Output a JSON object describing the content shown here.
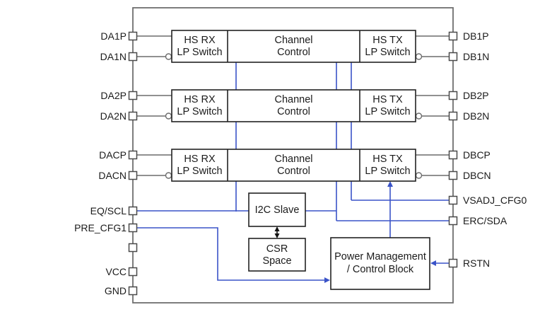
{
  "diagram": {
    "pins_left": [
      {
        "label": "DA1P"
      },
      {
        "label": "DA1N"
      },
      {
        "label": "DA2P"
      },
      {
        "label": "DA2N"
      },
      {
        "label": "DACP"
      },
      {
        "label": "DACN"
      },
      {
        "label": "EQ/SCL"
      },
      {
        "label": "PRE_CFG1"
      },
      {
        "label": ""
      },
      {
        "label": "VCC"
      },
      {
        "label": "GND"
      }
    ],
    "pins_right": [
      {
        "label": "DB1P"
      },
      {
        "label": "DB1N"
      },
      {
        "label": "DB2P"
      },
      {
        "label": "DB2N"
      },
      {
        "label": "DBCP"
      },
      {
        "label": "DBCN"
      },
      {
        "label": "VSADJ_CFG0"
      },
      {
        "label": "ERC/SDA"
      },
      {
        "label": "RSTN"
      }
    ],
    "rows": [
      {
        "rx_line1": "HS RX",
        "rx_line2": "LP Switch",
        "ctl_line1": "Channel",
        "ctl_line2": "Control",
        "tx_line1": "HS TX",
        "tx_line2": "LP Switch"
      },
      {
        "rx_line1": "HS RX",
        "rx_line2": "LP Switch",
        "ctl_line1": "Channel",
        "ctl_line2": "Control",
        "tx_line1": "HS TX",
        "tx_line2": "LP Switch"
      },
      {
        "rx_line1": "HS RX",
        "rx_line2": "LP Switch",
        "ctl_line1": "Channel",
        "ctl_line2": "Control",
        "tx_line1": "HS TX",
        "tx_line2": "LP Switch"
      }
    ],
    "i2c_label": "I2C Slave",
    "csr_line1": "CSR",
    "csr_line2": "Space",
    "power_line1": "Power Management",
    "power_line2": "/ Control Block",
    "colors": {
      "wire_blue": "#3a53c8",
      "wire_gray": "#6b6b6b",
      "block_border": "#222222",
      "background": "#ffffff"
    }
  }
}
